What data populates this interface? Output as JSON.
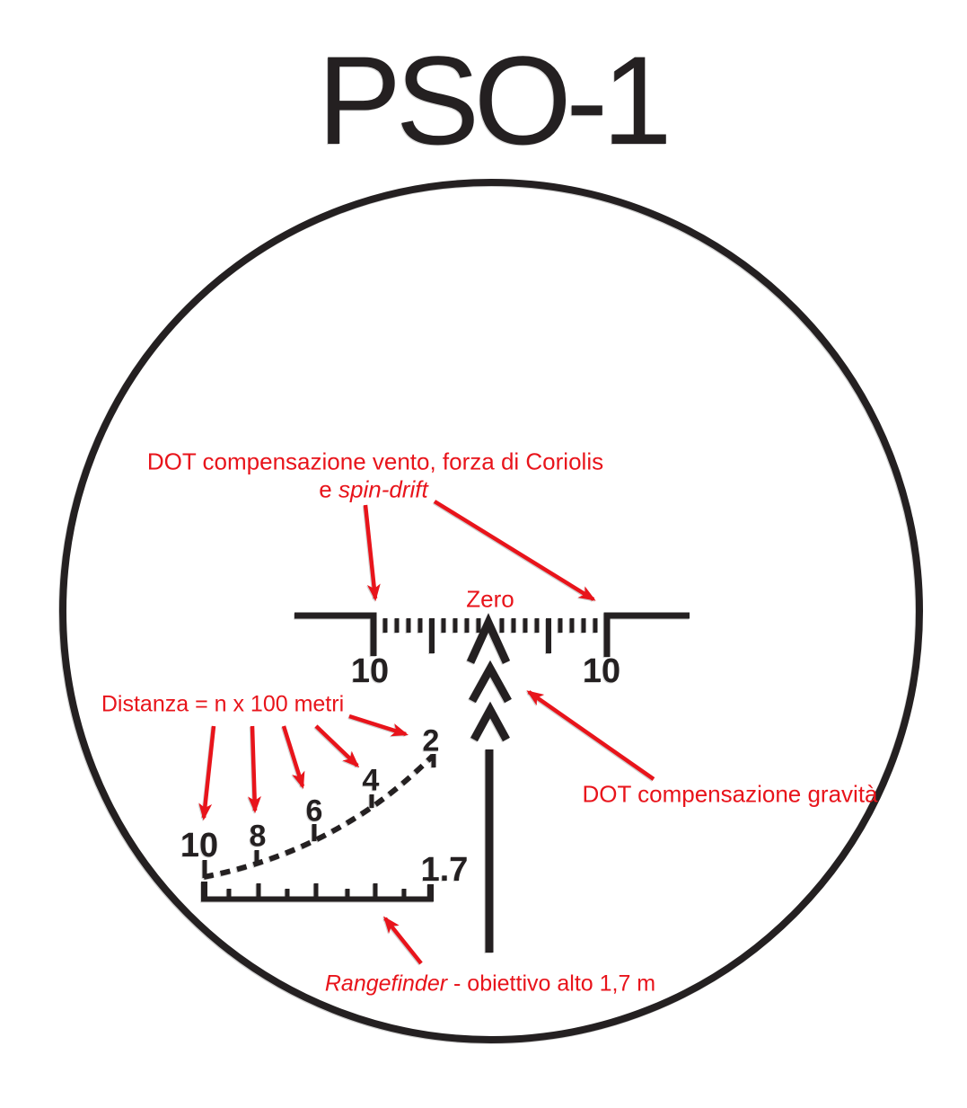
{
  "title": "PSO-1",
  "colors": {
    "annotation_red": "#e8141b",
    "reticle_black": "#242021",
    "background": "#ffffff"
  },
  "annotations": {
    "wind_line1": "DOT compensazione vento, forza di Coriolis",
    "wind_line2_prefix": "e ",
    "wind_line2_italic": "spin-drift",
    "zero": "Zero",
    "distance_formula": "Distanza = n x 100 metri",
    "gravity": "DOT compensazione gravità",
    "rangefinder_italic": "Rangefinder",
    "rangefinder_rest": " - obiettivo alto 1,7 m"
  },
  "windage_scale": {
    "left_label": "10",
    "right_label": "10"
  },
  "rangefinder_scale": {
    "distance_labels": [
      "2",
      "4",
      "6",
      "8",
      "10"
    ],
    "height_label": "1.7"
  }
}
